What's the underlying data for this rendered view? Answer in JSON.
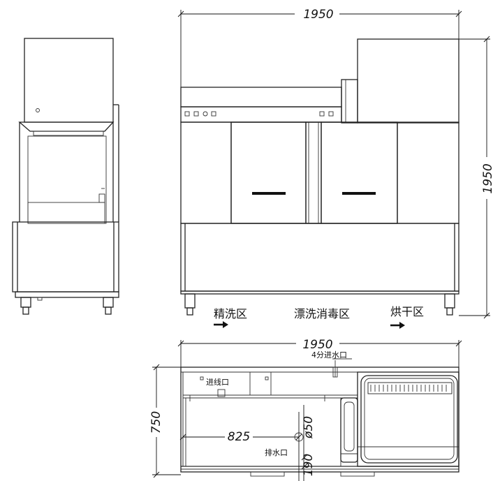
{
  "front_view": {
    "width_dim": "1950",
    "height_dim": "1950",
    "zones": {
      "pre_wash": "精洗区",
      "wash_sanitize": "漂洗消毒区",
      "dry": "烘干区"
    }
  },
  "top_view": {
    "width_dim": "1950",
    "depth_dim": "750",
    "cable_inlet": "进线口",
    "water_inlet": "4分进水口",
    "drain": "排水口",
    "drain_offset": "825",
    "drain_diameter": "ø50",
    "drain_height": "190"
  }
}
